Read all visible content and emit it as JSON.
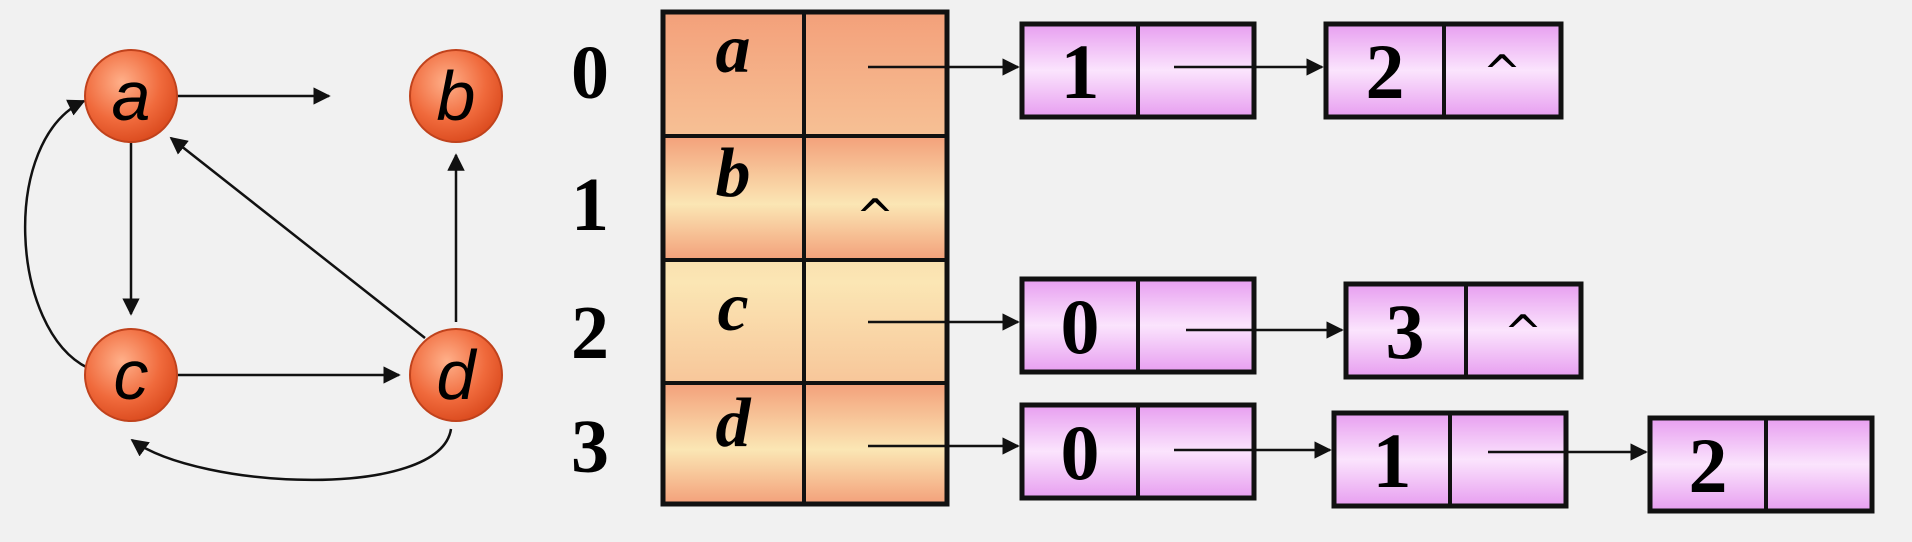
{
  "graph": {
    "vertices": [
      {
        "id": "a",
        "label": "a"
      },
      {
        "id": "b",
        "label": "b"
      },
      {
        "id": "c",
        "label": "c"
      },
      {
        "id": "d",
        "label": "d"
      }
    ],
    "edges": [
      {
        "from": "a",
        "to": "b"
      },
      {
        "from": "a",
        "to": "c"
      },
      {
        "from": "c",
        "to": "a"
      },
      {
        "from": "c",
        "to": "d"
      },
      {
        "from": "d",
        "to": "a"
      },
      {
        "from": "d",
        "to": "b"
      },
      {
        "from": "d",
        "to": "c"
      }
    ]
  },
  "table": {
    "rows": [
      {
        "index": "0",
        "vertex": "a",
        "pointer": ""
      },
      {
        "index": "1",
        "vertex": "b",
        "pointer": "^"
      },
      {
        "index": "2",
        "vertex": "c",
        "pointer": ""
      },
      {
        "index": "3",
        "vertex": "d",
        "pointer": ""
      }
    ]
  },
  "lists": [
    {
      "row": 0,
      "nodes": [
        {
          "value": "1",
          "next": ""
        },
        {
          "value": "2",
          "next": "^"
        }
      ]
    },
    {
      "row": 1,
      "nodes": []
    },
    {
      "row": 2,
      "nodes": [
        {
          "value": "0",
          "next": ""
        },
        {
          "value": "3",
          "next": "^"
        }
      ]
    },
    {
      "row": 3,
      "nodes": [
        {
          "value": "0",
          "next": ""
        },
        {
          "value": "1",
          "next": ""
        },
        {
          "value": "2",
          "next": ""
        }
      ]
    }
  ],
  "colors": {
    "background": "#f1f1f1",
    "vertex_fill": "#f06a3c",
    "table_fill": "#f2a77c",
    "node_fill": "#eeb0f4",
    "stroke": "#111111"
  }
}
